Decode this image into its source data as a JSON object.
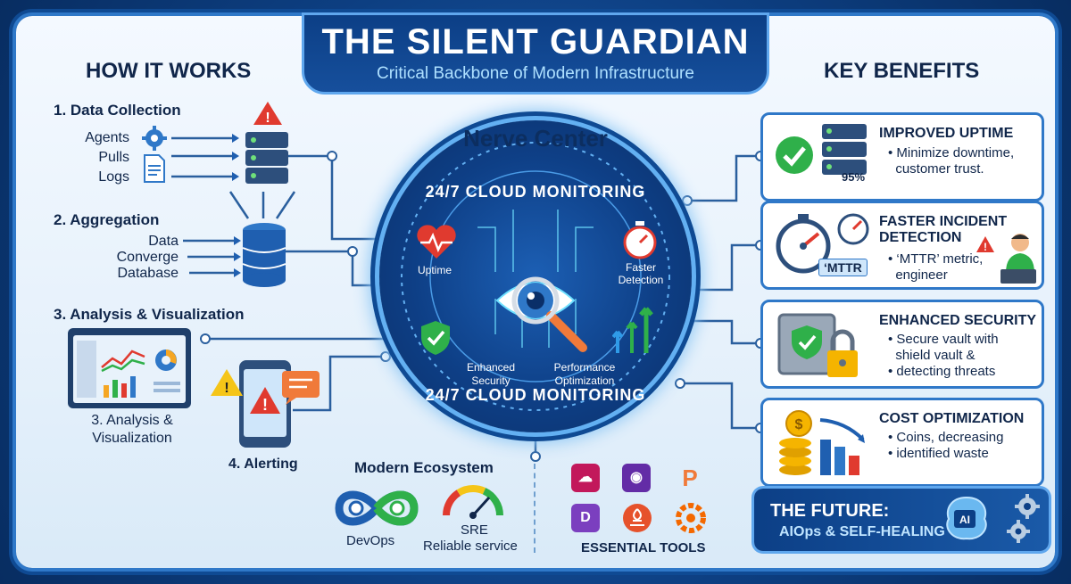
{
  "header": {
    "title": "THE SILENT GUARDIAN",
    "subtitle": "Critical Backbone of Modern Infrastructure"
  },
  "left": {
    "heading": "HOW IT WORKS",
    "step1": {
      "title": "1. Data Collection",
      "items": [
        "Agents",
        "Pulls",
        "Logs"
      ]
    },
    "step2": {
      "title": "2. Aggregation",
      "items": [
        "Data",
        "Converge",
        "Database"
      ]
    },
    "step3": {
      "title": "3. Analysis & Visualization",
      "caption1": "3. Analysis &",
      "caption2": "Visualization"
    },
    "step4": {
      "title": "4. Alerting"
    }
  },
  "center": {
    "nerve": "Nerve Center",
    "ring_top": "24/7 CLOUD MONITORING",
    "ring_bottom": "24/7 CLOUD MONITORING",
    "uptime": "Uptime",
    "faster1": "Faster",
    "faster2": "Detection",
    "security1": "Enhanced",
    "security2": "Security",
    "perf1": "Performance",
    "perf2": "Optimization"
  },
  "bottom": {
    "ecosystem": "Modern Ecosystem",
    "devops": "DevOps",
    "sre": "SRE",
    "sre_sub": "Reliable service",
    "tools": "ESSENTIAL TOOLS",
    "tool_letters": [
      "D"
    ]
  },
  "right": {
    "heading": "KEY BENEFITS",
    "cards": [
      {
        "title": "IMPROVED UPTIME",
        "desc": "• Minimize downtime,\n  customer trust.",
        "badge": "95%"
      },
      {
        "title": "FASTER INCIDENT",
        "title2": "DETECTION",
        "desc": "• ‘MTTR’ metric,\n  engineer",
        "badge": "‘MTTR"
      },
      {
        "title": "ENHANCED SECURITY",
        "desc": "• Secure vault with\n  shield vault &\n• detecting threats"
      },
      {
        "title": "COST OPTIMIZATION",
        "desc": "• Coins, decreasing\n• identified waste"
      }
    ],
    "future_title": "THE FUTURE:",
    "future_sub": "AIOps & SELF-HEALING",
    "ai_label": "AI"
  },
  "colors": {
    "navy": "#0c3f86",
    "accent": "#2f78c8",
    "alert_red": "#e03a2f",
    "ok_green": "#2fb04a",
    "warning_yellow": "#f5c518"
  },
  "icons": [
    "warning-icon",
    "gear-icon",
    "document-icon",
    "server-icon",
    "database-icon",
    "dashboard-icon",
    "phone-alert-icon",
    "eye-icon",
    "heart-pulse-icon",
    "stopwatch-icon",
    "shield-check-icon",
    "growth-arrows-icon",
    "checkmark-icon",
    "vault-icon",
    "coins-icon",
    "brain-ai-icon"
  ]
}
